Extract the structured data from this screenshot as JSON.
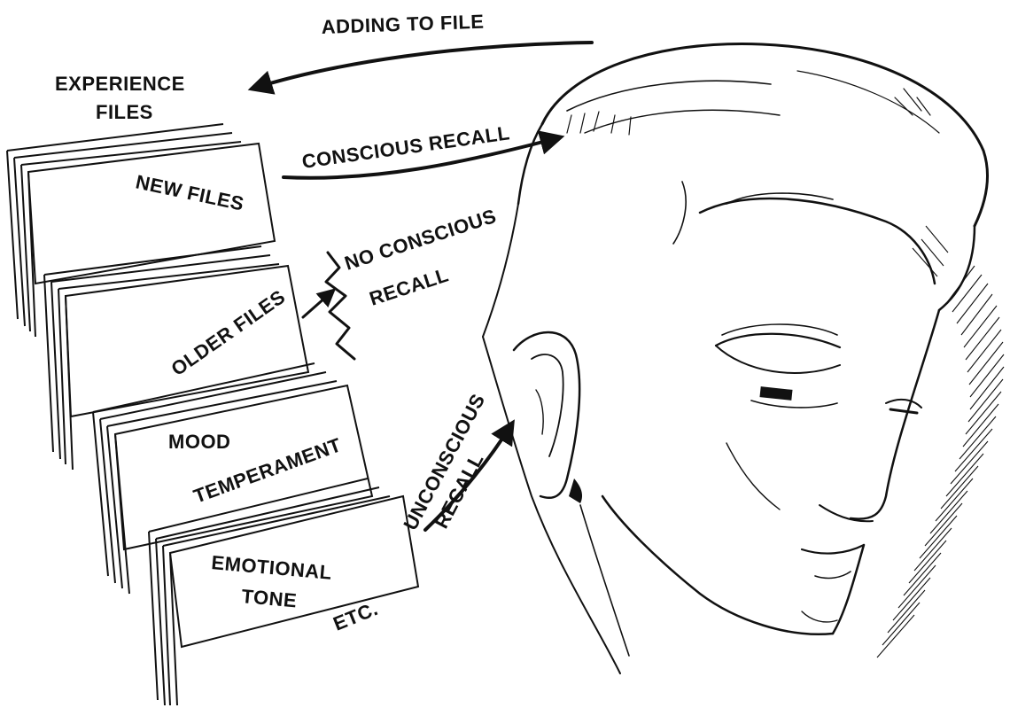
{
  "labels": {
    "adding_to_file": "ADDING TO FILE",
    "experience_files_line1": "EXPERIENCE",
    "experience_files_line2": "FILES",
    "conscious_recall": "CONSCIOUS RECALL",
    "new_files": "NEW FILES",
    "no_conscious_recall_line1": "NO CONSCIOUS",
    "no_conscious_recall_line2": "RECALL",
    "older_files": "OLDER FILES",
    "mood": "MOOD",
    "temperament": "TEMPERAMENT",
    "unconscious_recall_line1": "UNCONSCIOUS",
    "unconscious_recall_line2": "RECALL",
    "emotional_tone_line1": "EMOTIONAL",
    "emotional_tone_line2": "TONE",
    "etc": "ETC."
  },
  "colors": {
    "ink": "#111111",
    "paper": "#ffffff"
  },
  "figure": {
    "subject": "head-profile-illustration",
    "style": "pen-and-ink line drawing"
  }
}
